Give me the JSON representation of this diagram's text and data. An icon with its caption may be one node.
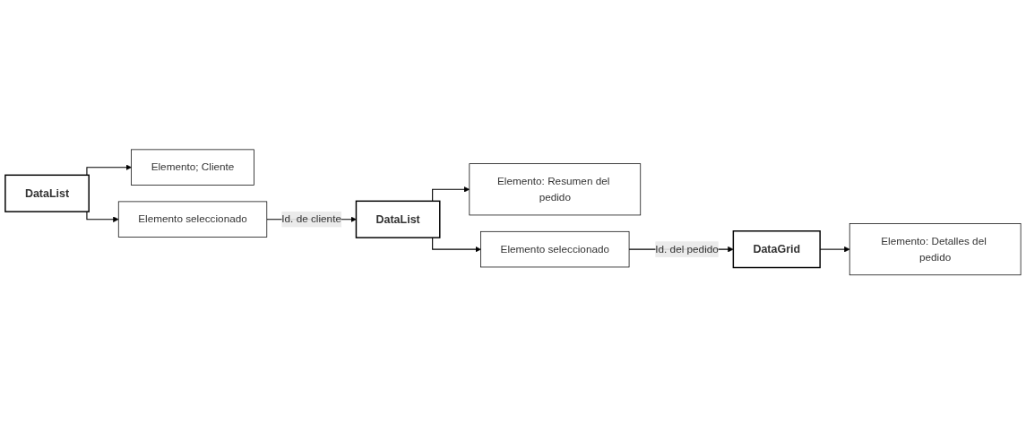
{
  "diagram": {
    "nodes": [
      {
        "text": [
          "DataList"
        ]
      },
      {
        "text": [
          "Elemento; Cliente"
        ]
      },
      {
        "text": [
          "Elemento seleccionado"
        ]
      },
      {
        "text": [
          "DataList"
        ]
      },
      {
        "text": [
          "Elemento: Resumen del pedido"
        ]
      },
      {
        "text": [
          "Elemento seleccionado"
        ]
      },
      {
        "text": [
          "DataGrid"
        ]
      },
      {
        "text": [
          "Elemento: Detalles del pedido"
        ]
      }
    ],
    "edges": [
      {
        "from": 0,
        "to": 1,
        "arrow": "to"
      },
      {
        "from": 0,
        "to": 2,
        "arrow": "to"
      },
      {
        "from": 2,
        "to": 3,
        "arrow": "to",
        "label": "Id. de cliente"
      },
      {
        "from": 3,
        "to": 4,
        "arrow": "to"
      },
      {
        "from": 3,
        "to": 5,
        "arrow": "to"
      },
      {
        "from": 5,
        "to": 6,
        "arrow": "to",
        "label": "Id. del pedido"
      },
      {
        "from": 6,
        "to": 7,
        "arrow": "to"
      }
    ]
  }
}
